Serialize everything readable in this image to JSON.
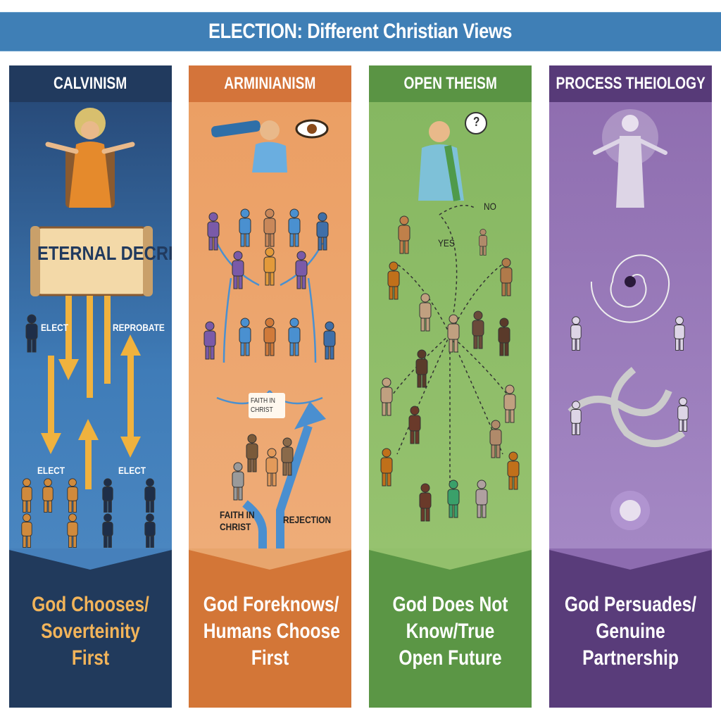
{
  "title": "ELECTION: Different Christian Views",
  "colors": {
    "title_bar": "#3f7fb6",
    "calvinism": "#213a5e",
    "arminianism": "#d4743a",
    "open_theism": "#5a9444",
    "process_theology": "#573a78",
    "calvinism_summary_text": "#f2b45a"
  },
  "columns": [
    {
      "heading": "CALVINISM",
      "labels": {
        "scroll": "ETERNAL DECREE",
        "elect_top": "ELECT",
        "reprobate": "REPROBATE",
        "elect_left": "ELECT",
        "elect_right": "ELECT"
      },
      "summary": [
        "God Chooses/",
        "Soverteinity",
        "First"
      ]
    },
    {
      "heading": "ARMINIANISM",
      "labels": {
        "faith_box": "FAITH IN CHRIST",
        "faith": "FAITH IN CHRIST",
        "rejection": "REJECTION"
      },
      "icons": [
        "telescope-icon",
        "eye-icon"
      ],
      "summary": [
        "God Foreknows/",
        "Humans Choose",
        "First"
      ]
    },
    {
      "heading": "OPEN THEISM",
      "labels": {
        "question": "?",
        "no": "NO",
        "yes": "YES"
      },
      "summary": [
        "God Does Not",
        "Know/True",
        "Open Future"
      ]
    },
    {
      "heading": "PROCESS THEIOLOGY",
      "icons": [
        "spiral-galaxy-icon",
        "intertwined-loop-icon"
      ],
      "summary": [
        "God Persuades/",
        "Genuine",
        "Partnership"
      ]
    }
  ]
}
